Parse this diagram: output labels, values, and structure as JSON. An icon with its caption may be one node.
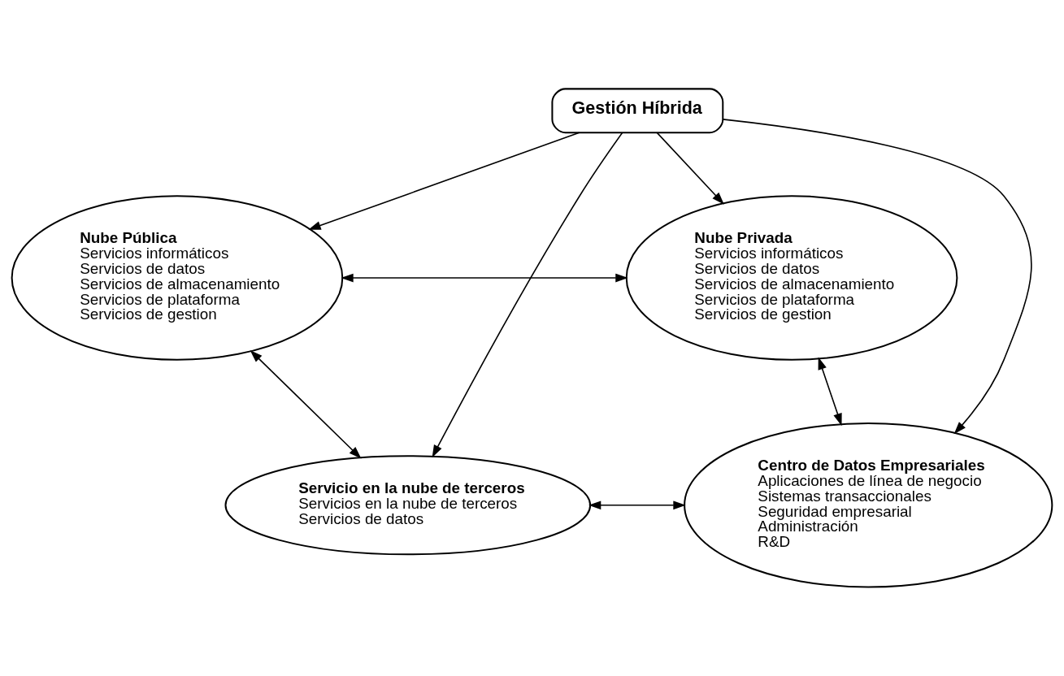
{
  "diagram": {
    "nodes": [
      {
        "text": [
          "Nube Pública",
          "Servicios informáticos",
          "Servicios de datos",
          "Servicios de almacenamiento",
          "Servicios de plataforma",
          "Servicios de gestion"
        ]
      },
      {
        "text": [
          "Nube Privada",
          "Servicios informáticos",
          "Servicios de datos",
          "Servicios de almacenamiento",
          "Servicios de plataforma",
          "Servicios de gestion"
        ]
      },
      {
        "text": [
          "Gestión Híbrida"
        ]
      },
      {
        "text": [
          "Servicio en la nube de terceros",
          "Servicios en la nube de terceros",
          "Servicios de datos"
        ]
      },
      {
        "text": [
          "Centro de Datos Empresariales",
          "Aplicaciones de línea de negocio",
          "Sistemas transaccionales",
          "Seguridad empresarial",
          "Administración",
          "R&D"
        ]
      }
    ],
    "edges": [
      {
        "from": 0,
        "to": 1,
        "arrow": "both"
      },
      {
        "from": 2,
        "to": 0,
        "arrow": "to"
      },
      {
        "from": 2,
        "to": 1,
        "arrow": "to"
      },
      {
        "from": 0,
        "to": 3,
        "arrow": "both"
      },
      {
        "from": 1,
        "to": 4,
        "arrow": "both"
      },
      {
        "from": 2,
        "to": 3,
        "arrow": "to"
      },
      {
        "from": 2,
        "to": 4,
        "arrow": "to"
      },
      {
        "from": 3,
        "to": 4,
        "arrow": "both"
      }
    ]
  }
}
